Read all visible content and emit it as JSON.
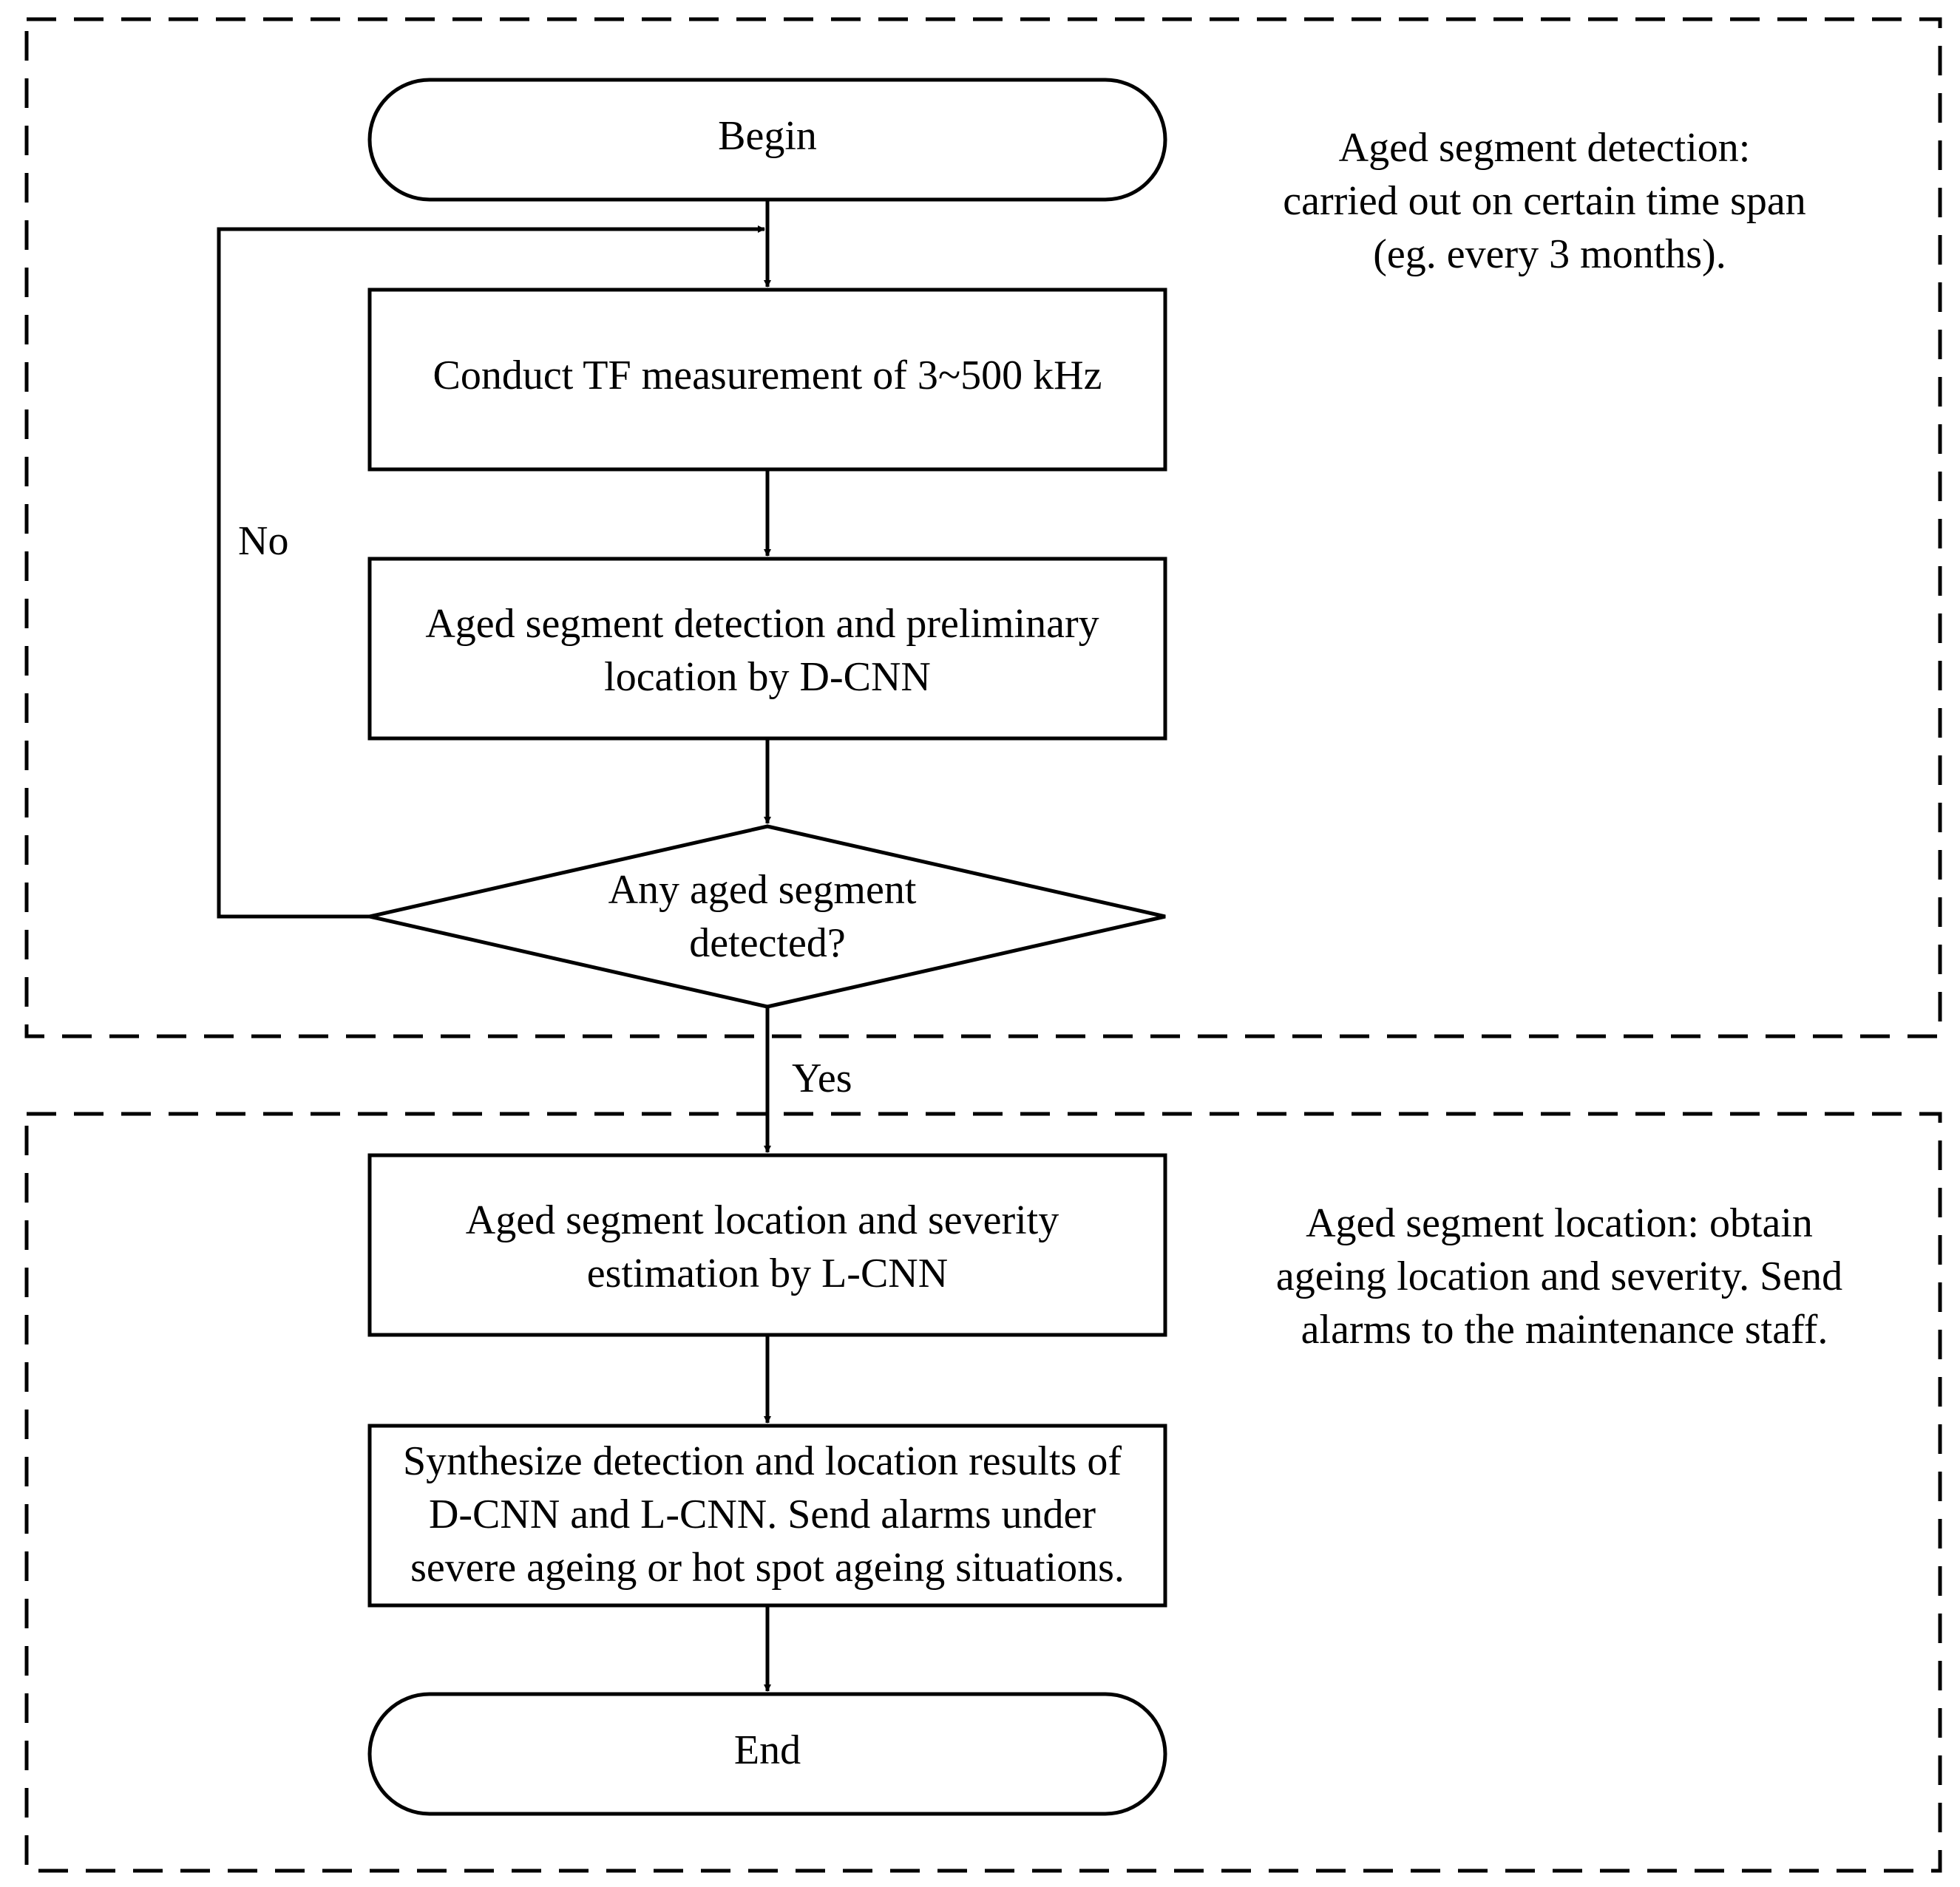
{
  "sections": {
    "detection": {
      "note_lines": [
        "Aged segment detection:",
        "carried out on certain time span",
        "(eg. every 3 months)."
      ]
    },
    "location": {
      "note_lines": [
        "Aged segment location: obtain",
        "ageing location and severity. Send",
        "alarms to the maintenance staff."
      ]
    }
  },
  "nodes": {
    "begin": {
      "label": "Begin"
    },
    "measure": {
      "lines": [
        "Conduct TF measurement of 3~500 kHz"
      ]
    },
    "dcnn": {
      "lines": [
        "Aged segment detection and preliminary",
        "location by D-CNN"
      ]
    },
    "decision": {
      "lines": [
        "Any aged segment",
        "detected?"
      ]
    },
    "lcnn": {
      "lines": [
        "Aged segment location and severity",
        "estimation by L-CNN"
      ]
    },
    "synthesize": {
      "lines": [
        "Synthesize detection and location results of",
        "D-CNN and L-CNN. Send alarms under",
        "severe ageing or hot spot ageing situations."
      ]
    },
    "end": {
      "label": "End"
    }
  },
  "edge_labels": {
    "no": "No",
    "yes": "Yes"
  }
}
